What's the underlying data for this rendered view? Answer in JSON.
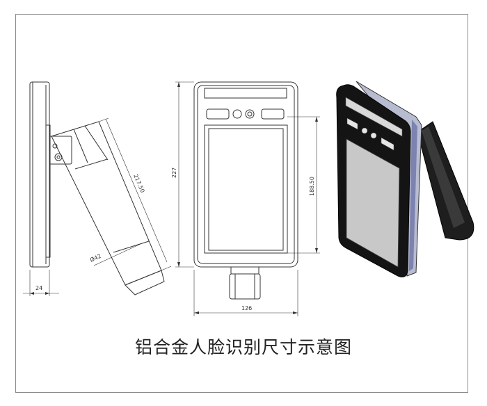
{
  "caption": "铝合金人脸识别尺寸示意图",
  "dimensions": {
    "side_depth": "24",
    "arm_length": "217.50",
    "pole_diameter": "Ø42",
    "front_height": "227",
    "screen_height": "188.50",
    "front_width": "126"
  },
  "colors": {
    "line": "#333333",
    "frame_border": "#8a8a8a",
    "device_body": "#1a1a1a",
    "screen": "#c8c8c8"
  }
}
